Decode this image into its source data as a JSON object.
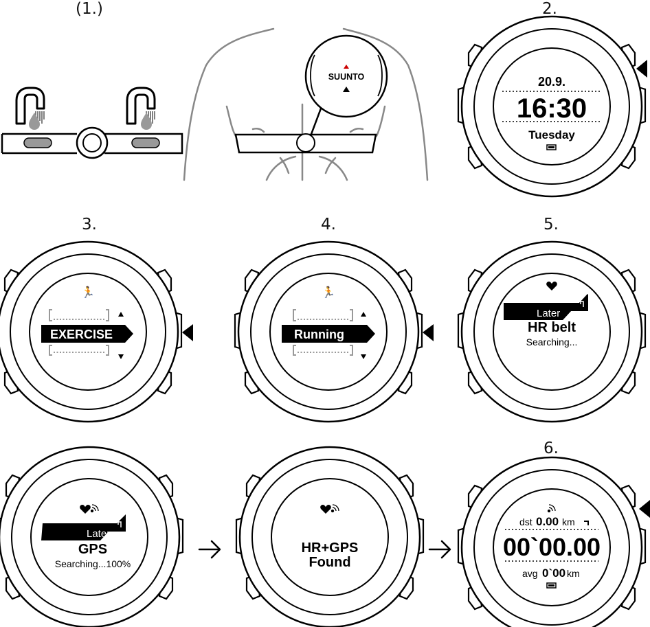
{
  "steps": {
    "s1": "(1.)",
    "s2": "2.",
    "s3": "3.",
    "s4": "4.",
    "s5": "5.",
    "s6": "6."
  },
  "belt": {
    "logo": "SUUNTO"
  },
  "watch_time": {
    "date": "20.9.",
    "time": "16:30",
    "day": "Tuesday"
  },
  "watch_menu": {
    "item": "EXERCISE"
  },
  "watch_sport": {
    "item": "Running"
  },
  "watch_hr": {
    "later": "Later",
    "title": "HR belt",
    "status": "Searching..."
  },
  "watch_gps": {
    "later": "Later",
    "title": "GPS",
    "status": "Searching...100%"
  },
  "watch_found": {
    "line1": "HR+GPS",
    "line2": "Found"
  },
  "watch_exercise": {
    "dst_label": "dst",
    "dst_value": "0.00",
    "dst_unit": "km",
    "timer": "00`00.00",
    "avg_label": "avg",
    "avg_value": "0`00",
    "avg_unit": "km"
  },
  "icons": {
    "button_arrow": "triangle-pointer",
    "flow_arrow": "right-arrow",
    "sport": "runner-icon",
    "heart": "heart-icon",
    "gps": "gps-signal-icon",
    "battery": "battery-icon",
    "water": "water-drop-icon"
  }
}
